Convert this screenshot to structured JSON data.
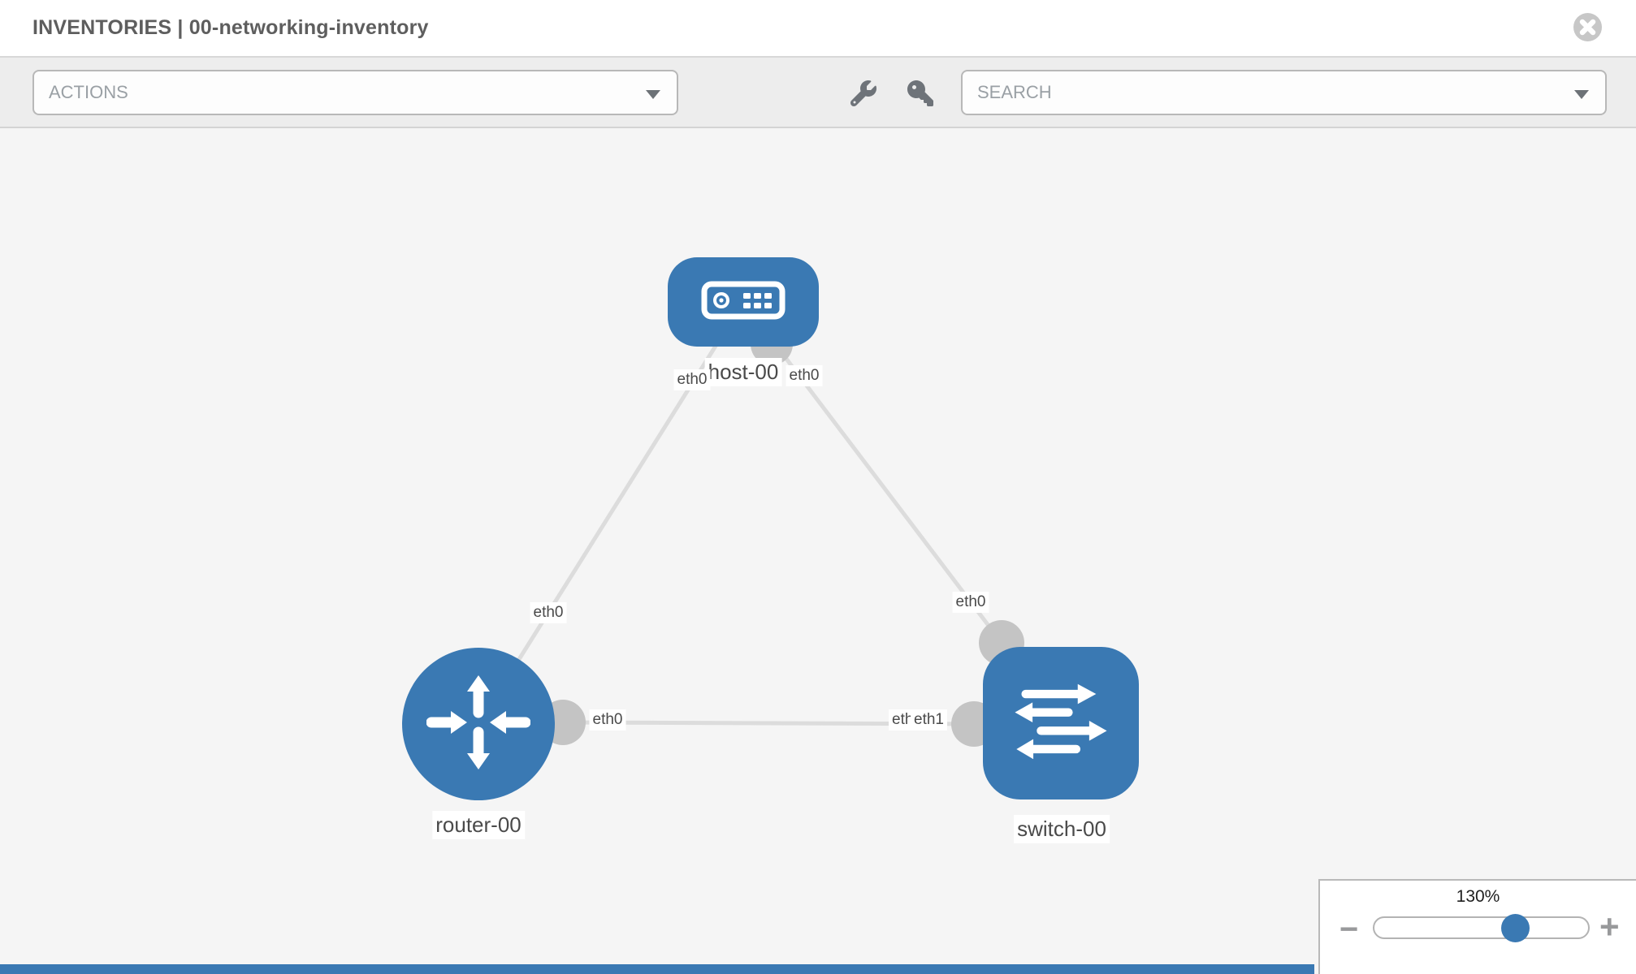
{
  "header": {
    "title": "INVENTORIES | 00-networking-inventory"
  },
  "toolbar": {
    "actions_label": "ACTIONS",
    "search_label": "SEARCH",
    "icons": [
      "wrench-icon",
      "key-icon"
    ]
  },
  "topology": {
    "node_labels": {
      "host": "host-00",
      "router": "router-00",
      "switch": "switch-00"
    },
    "interface_labels": {
      "host_left": "eth0",
      "host_right": "eth0",
      "link_host_router_mid": "eth0",
      "link_host_switch_mid": "eth0",
      "router_to_switch": "eth0",
      "switch_to_router_under": "eth0",
      "switch_to_router_over": "eth1"
    },
    "links": [
      {
        "from": "host-00",
        "to": "router-00",
        "from_interface": "eth0",
        "to_interface": "eth0"
      },
      {
        "from": "host-00",
        "to": "switch-00",
        "from_interface": "eth0",
        "to_interface": "eth0"
      },
      {
        "from": "router-00",
        "to": "switch-00",
        "from_interface": "eth0",
        "to_interface": "eth1"
      }
    ]
  },
  "zoom_control": {
    "percent": "130%",
    "value": 130,
    "minus_glyph": "−",
    "plus_glyph": "+"
  },
  "colors": {
    "node_blue": "#3a79b3",
    "link_gray": "#dcdcdc",
    "connector_gray": "#c4c4c4",
    "toolbar_gray": "#ededed",
    "canvas_gray": "#f5f5f5"
  }
}
